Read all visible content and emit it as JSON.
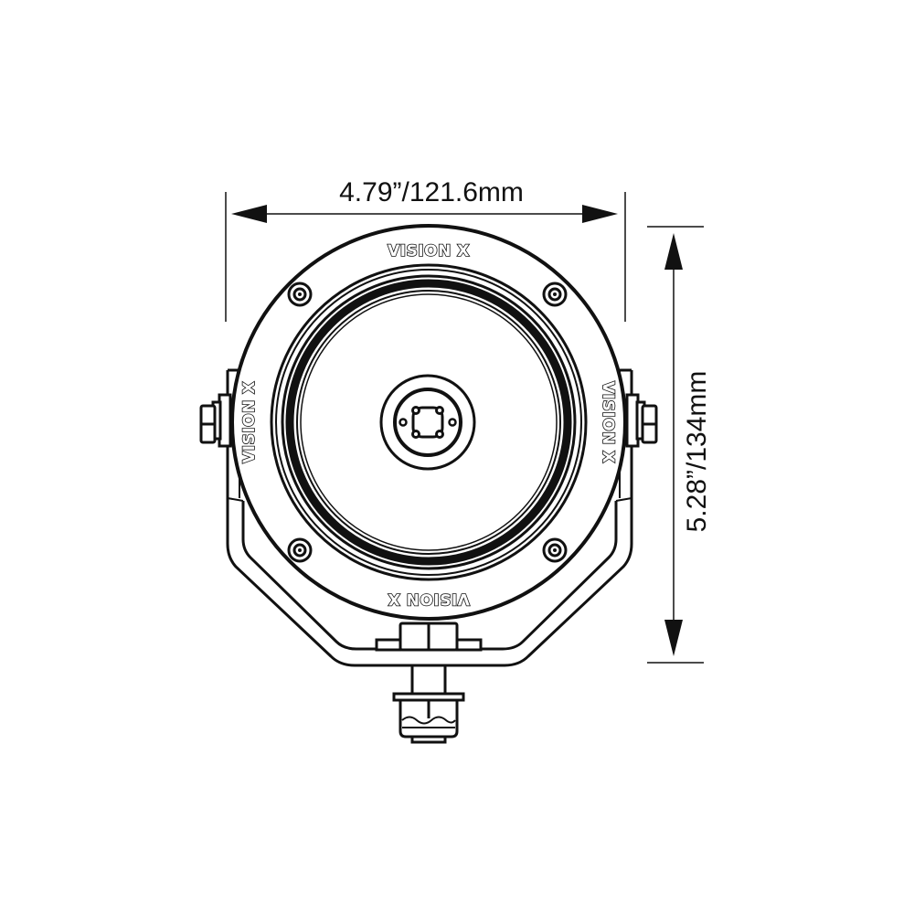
{
  "diagram": {
    "subject": "Round off-road LED light with mounting bracket, front view",
    "brand_logo_text": "VISION X",
    "logo_positions": [
      "top",
      "left",
      "right",
      "bottom"
    ],
    "colors": {
      "line": "#111111",
      "background": "#ffffff"
    }
  },
  "dimensions": {
    "width": {
      "label": "4.79”/121.6mm",
      "inches": 4.79,
      "mm": 121.6,
      "orientation": "horizontal"
    },
    "height": {
      "label": "5.28”/134mm",
      "inches": 5.28,
      "mm": 134,
      "orientation": "vertical"
    }
  },
  "labels": {
    "logo_top": "VISION X",
    "logo_left": "VISION X",
    "logo_right": "VISION X",
    "logo_bottom": "VISION X"
  }
}
